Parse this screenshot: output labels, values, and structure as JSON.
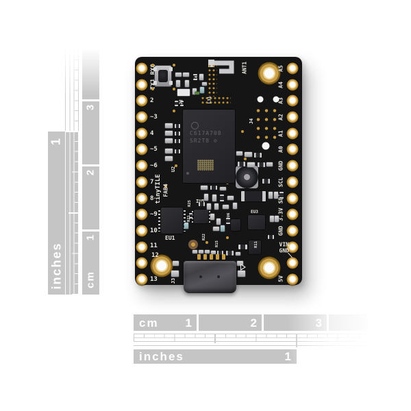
{
  "rulers": {
    "left": {
      "inches_label": "inches",
      "inch_marks": [
        "1"
      ],
      "cm_label": "cm",
      "cm_marks": [
        "1",
        "2",
        "3"
      ]
    },
    "bottom": {
      "cm_label": "cm",
      "cm_marks": [
        "1",
        "2",
        "3"
      ],
      "inches_label": "inches",
      "inch_marks": [
        "1"
      ]
    }
  },
  "board": {
    "left_pins": [
      "TX1",
      "RX0",
      "2",
      "~3",
      "4",
      "~5",
      "~6",
      "7",
      "8",
      "~9",
      "10",
      "11",
      "12",
      "13"
    ],
    "right_pins": [
      "A5",
      "A4",
      "A3",
      "A2",
      "A1",
      "A0",
      "GND",
      "SCL",
      "SDA",
      "3.3V",
      "GND",
      "VIN",
      "GND",
      "5V"
    ],
    "branding": {
      "product": "tinyTILE",
      "fab": "FAB4"
    },
    "main_chip": {
      "line1": "C617A708",
      "line2": "SR2T8 ⊘"
    },
    "refs": {
      "ant": "ANT1",
      "j2": "J2",
      "j3": "J3",
      "j4": "J4",
      "l31": "L31",
      "c4": "C4",
      "u2": "U2",
      "u6": "U6",
      "eu1": "EU1",
      "eu3": "EU3",
      "iu5": "IU5",
      "r25": "R25",
      "r21": "R21",
      "r22": "R22",
      "r15": "R15",
      "r11": "R11"
    }
  },
  "colors": {
    "pcb": "#151515",
    "gold": "#c49540",
    "ruler_gray": "#c5c5c5",
    "silk": "#ece9e2"
  }
}
